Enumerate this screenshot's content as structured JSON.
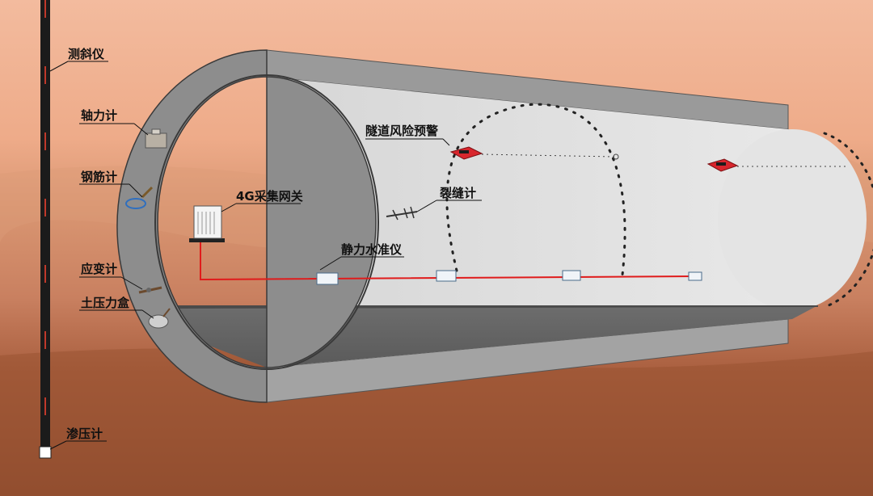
{
  "labels": {
    "inclinometer": "测斜仪",
    "axial_force_meter": "轴力计",
    "rebar_meter": "钢筋计",
    "strain_gauge": "应变计",
    "earth_pressure_cell": "土压力盒",
    "piezometer": "渗压计",
    "gateway_4g": "4G采集网关",
    "crack_meter": "裂缝计",
    "static_level": "静力水准仪",
    "tunnel_risk_alarm": "隧道风险预警"
  },
  "colors": {
    "soil_top": "#f1b596",
    "soil_mid": "#d7926b",
    "soil_bottom": "#9a5536",
    "lining": "#8a8a8a",
    "interior": "#dcdcdc",
    "cable": "#e01b1b",
    "alarm_device": "#d8262d"
  },
  "icons": [
    "inclinometer-pipe-icon",
    "axial-force-meter-icon",
    "rebar-meter-icon",
    "strain-gauge-icon",
    "earth-pressure-cell-icon",
    "piezometer-icon",
    "gateway-device-icon",
    "crack-meter-icon",
    "static-level-icon",
    "alarm-device-icon"
  ]
}
